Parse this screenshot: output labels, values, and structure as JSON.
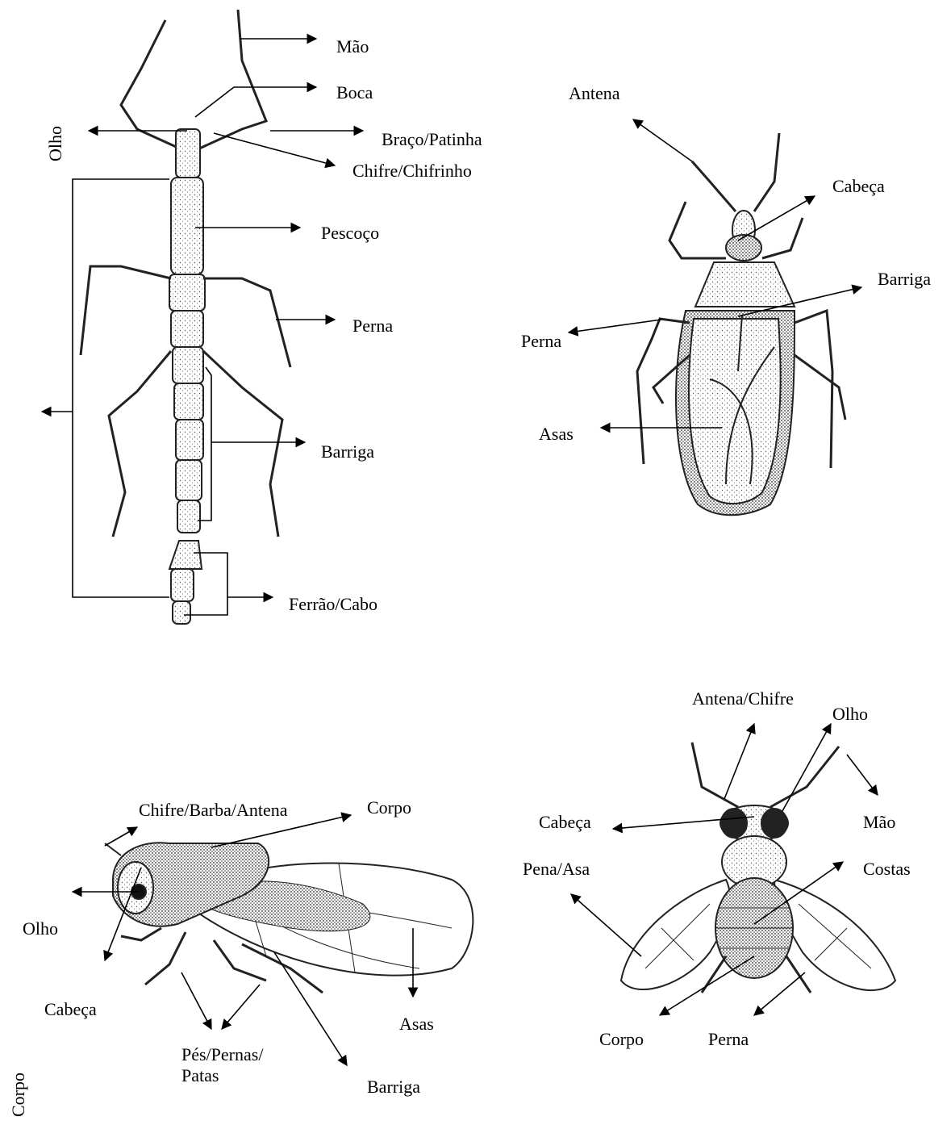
{
  "figures": [
    {
      "id": "stick-insect",
      "labels": {
        "mao": "Mão",
        "boca": "Boca",
        "olho": "Olho",
        "braco": "Braço/Patinha",
        "chifre": "Chifre/Chifrinho",
        "pescoco": "Pescoço",
        "perna": "Perna",
        "barriga": "Barriga",
        "ferrao": "Ferrão/Cabo"
      }
    },
    {
      "id": "assassin-bug",
      "labels": {
        "antena": "Antena",
        "cabeca": "Cabeça",
        "barriga": "Barriga",
        "perna": "Perna",
        "asas": "Asas"
      }
    },
    {
      "id": "cicada",
      "labels": {
        "chifre": "Chifre/Barba/Antena",
        "corpo": "Corpo",
        "olho": "Olho",
        "cabeca": "Cabeça",
        "pes_line1": "Pés/Pernas/",
        "pes_line2": "Patas",
        "asas": "Asas",
        "barriga": "Barriga",
        "corpo_side": "Corpo"
      }
    },
    {
      "id": "bee",
      "labels": {
        "antena": "Antena/Chifre",
        "olho": "Olho",
        "mao": "Mão",
        "cabeca": "Cabeça",
        "pena": "Pena/Asa",
        "costas": "Costas",
        "corpo": "Corpo",
        "perna": "Perna"
      }
    }
  ]
}
